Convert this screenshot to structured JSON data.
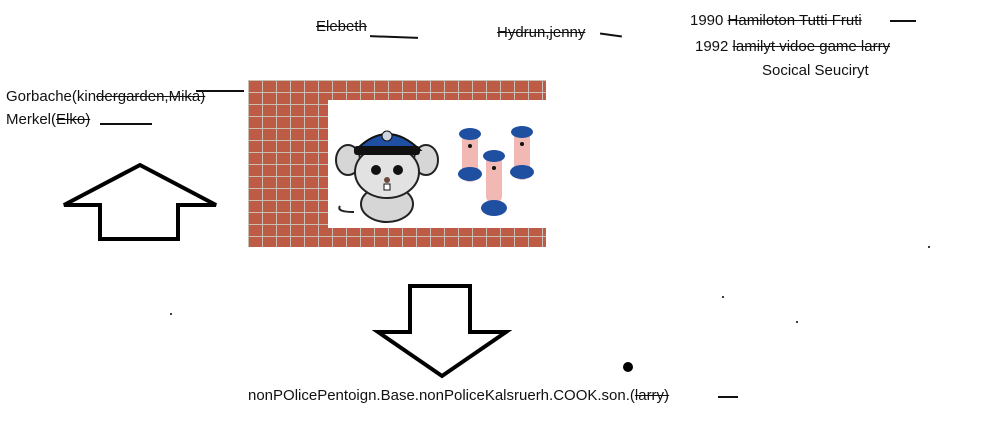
{
  "labels": {
    "elebeth": "Elebeth",
    "hydrun": "Hydrun,jenny",
    "line_1990_year": "1990 ",
    "line_1990_struck": "Hamiloton Tutti Fruti",
    "line_1992_year": "1992 ",
    "line_1992_struck": "lamilyt vidoe game larry",
    "social": "Socical Seuciryt",
    "gorbache_plain": "Gorbache(kin",
    "gorbache_struck": "dergarden,",
    "gorbache_end": "Mika)",
    "merkel_plain": "Merkel(",
    "merkel_struck": "Elko)",
    "bottom_plain": "nonPOlicePentoign.Base.nonPoliceKalsruerh.COOK.son.(",
    "bottom_struck": "larry)"
  },
  "colors": {
    "brick": "#bd5b45",
    "mortar": "#c9bfb6",
    "police_blue": "#1f4fa0",
    "mouse_gray": "#d6d6d6"
  },
  "icons": {
    "arrow_up": "up-arrow-outline",
    "arrow_down": "down-arrow-outline",
    "mouse": "police-mouse",
    "figures": "police-figures"
  }
}
